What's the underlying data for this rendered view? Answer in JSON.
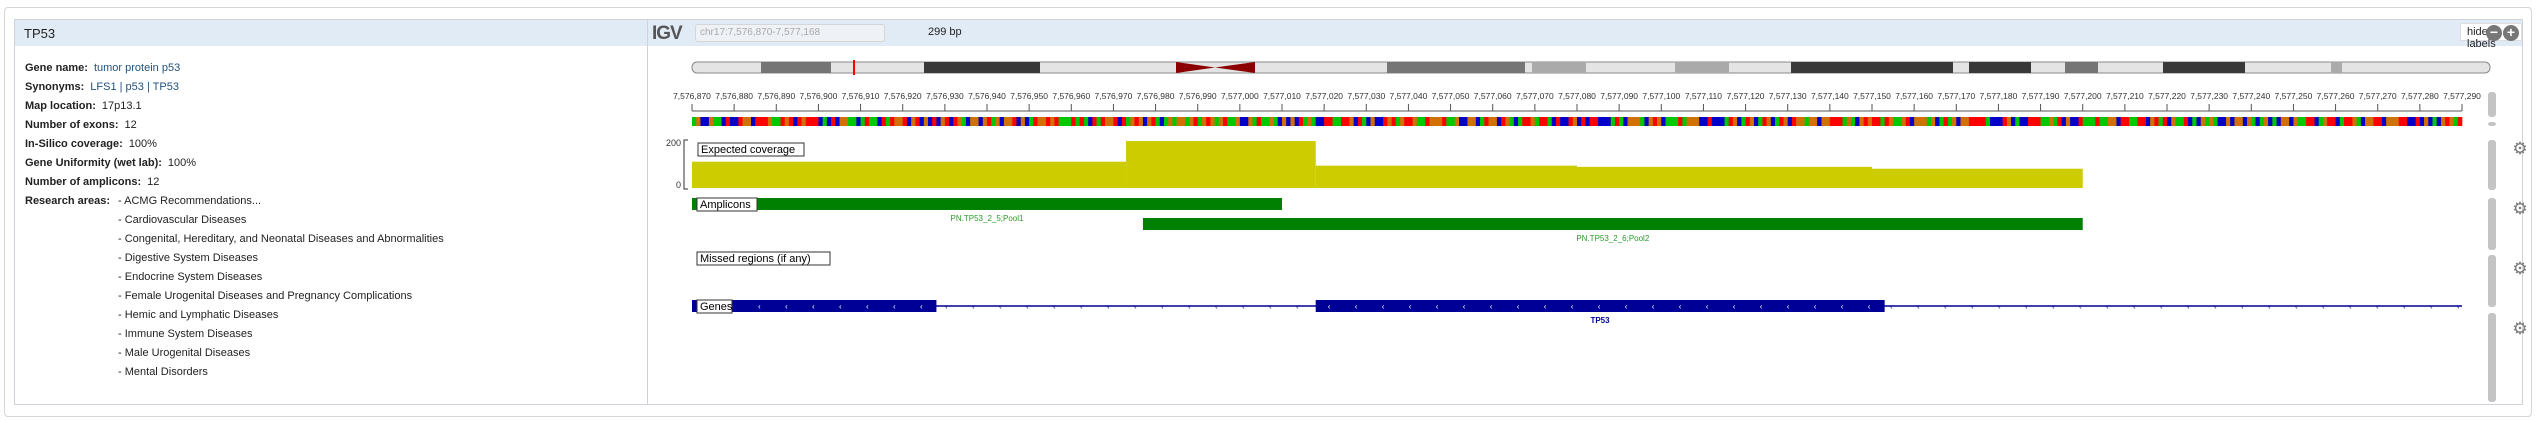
{
  "gene_panel": {
    "title": "TP53",
    "fields": [
      {
        "label": "Gene name:",
        "value": "tumor protein p53",
        "link": true
      },
      {
        "label": "Synonyms:",
        "value": "LFS1 | p53 | TP53",
        "link": true
      },
      {
        "label": "Map location:",
        "value": "17p13.1",
        "link": false
      },
      {
        "label": "Number of exons:",
        "value": "12",
        "link": false
      },
      {
        "label": "In-Silico coverage:",
        "value": "100%",
        "link": false
      },
      {
        "label": "Gene Uniformity (wet lab):",
        "value": "100%",
        "link": false
      },
      {
        "label": "Number of amplicons:",
        "value": "12",
        "link": false
      }
    ],
    "research_label": "Research areas:",
    "research_areas": [
      "- ACMG Recommendations...",
      "- Cardiovascular Diseases",
      "- Congenital, Hereditary, and Neonatal Diseases and Abnormalities",
      "- Digestive System Diseases",
      "- Endocrine System Diseases",
      "- Female Urogenital Diseases and Pregnancy Complications",
      "- Hemic and Lymphatic Diseases",
      "- Immune System Diseases",
      "- Male Urogenital Diseases",
      "- Mental Disorders"
    ]
  },
  "igv": {
    "logo": "IGV",
    "locus": "chr17:7,576,870-7,577,168",
    "span": "299 bp",
    "hide_labels": "hide labels",
    "zoom_out": "−",
    "zoom_in": "+",
    "ruler": {
      "start": 7576870,
      "end": 7577290,
      "step": 10
    },
    "tracks": {
      "coverage": {
        "label": "Expected coverage",
        "ymax": "200",
        "ymin": "0",
        "color": "#cccc00",
        "segments": [
          {
            "from": 7576870,
            "to": 7576973,
            "value": 112
          },
          {
            "from": 7576973,
            "to": 7577018,
            "value": 200
          },
          {
            "from": 7577018,
            "to": 7577080,
            "value": 95
          },
          {
            "from": 7577080,
            "to": 7577150,
            "value": 90
          },
          {
            "from": 7577150,
            "to": 7577200,
            "value": 82
          }
        ]
      },
      "amplicons": {
        "label": "Amplicons",
        "color": "#008000",
        "items": [
          {
            "name": "PN.TP53_2_5;Pool1",
            "from": 7576870,
            "to": 7577010
          },
          {
            "name": "PN.TP53_2_6;Pool2",
            "from": 7576977,
            "to": 7577200
          }
        ]
      },
      "missed": {
        "label": "Missed regions (if any)"
      },
      "genes": {
        "label": "Genes",
        "color": "#000096",
        "name": "TP53",
        "line_to": 7577290,
        "exons": [
          {
            "from": 7576870,
            "to": 7576928
          },
          {
            "from": 7577018,
            "to": 7577153
          }
        ]
      }
    },
    "colors": {
      "A": "#00c800",
      "C": "#0000c8",
      "G": "#d17105",
      "T": "#ff0000"
    }
  }
}
